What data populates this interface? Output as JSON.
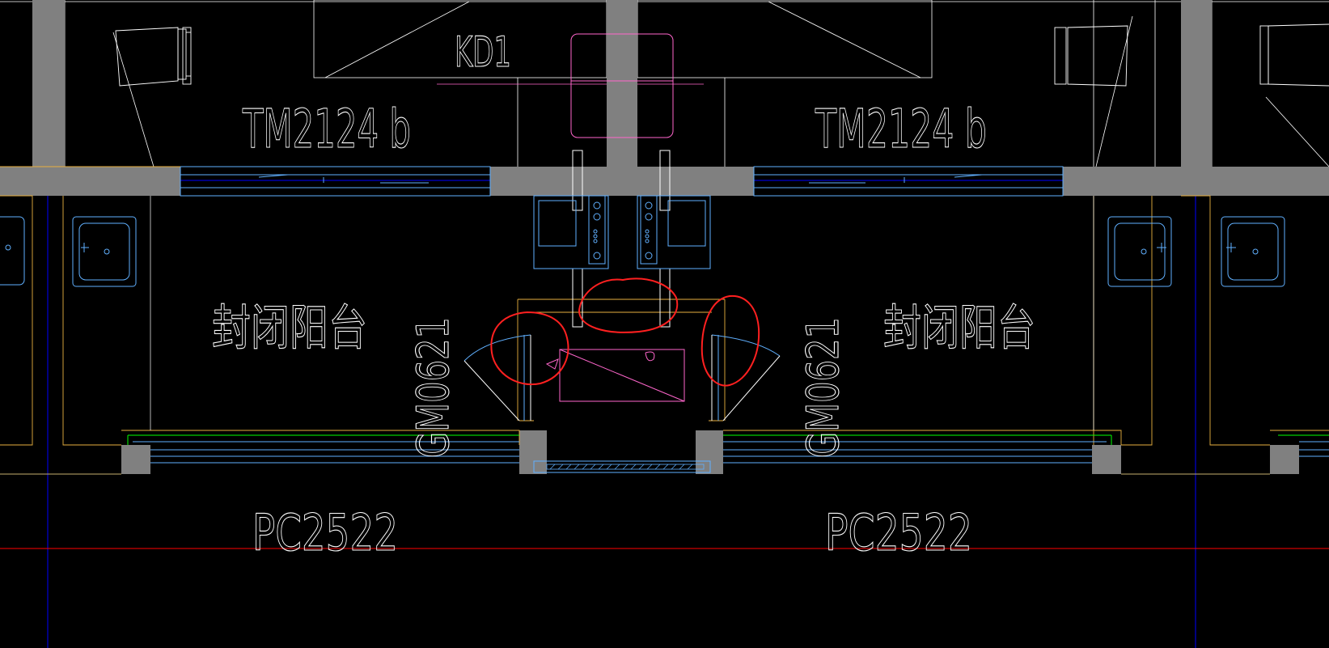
{
  "labels": {
    "door_top": "KD1",
    "door_left": "TM2124 b",
    "door_right": "TM2124 b",
    "room_left": "封闭阳台",
    "room_right": "封闭阳台",
    "door_gm_left": "GM0621",
    "door_gm_right": "GM0621",
    "window_left": "PC2522",
    "window_right": "PC2522"
  },
  "colors": {
    "background": "#000000",
    "wall_fill": "#808080",
    "axis_blue": "#0000ff",
    "axis_red": "#ff0000",
    "line_white": "#ffffff",
    "line_yellow": "#e8b040",
    "line_cyan": "#60b0ff",
    "line_pink": "#ff66cc",
    "line_green": "#00ff00",
    "markup_red": "#ff2020",
    "text_white": "#ffffff"
  }
}
